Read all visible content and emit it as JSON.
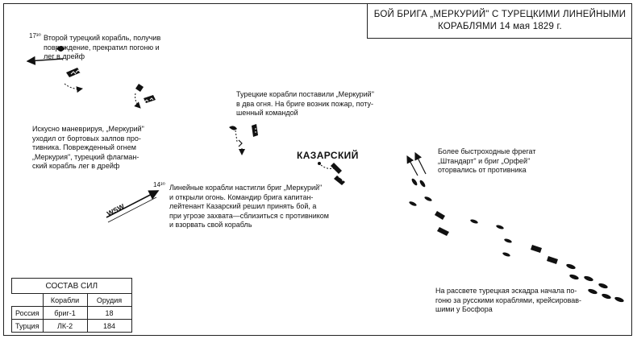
{
  "title": {
    "line1": "БОЙ БРИГА „МЕРКУРИЙ\" С ТУРЕЦКИМИ ЛИНЕЙНЫМИ",
    "line2": "КОРАБЛЯМИ 14 мая 1829 г."
  },
  "annotations": {
    "time_1730": "17³⁰",
    "second_ship": "Второй турецкий корабль, получив\nповреждение, прекратил погоню и\nлег в дрейф",
    "maneuver": "Искусно маневрируя, „Меркурий\"\nуходил от бортовых залпов про-\nтивника. Поврежденный огнем\n„Меркурия\", турецкий флагман-\nский корабль лег в дрейф",
    "two_fires": "Турецкие корабли поставили „Меркурий\"\nв два огня. На бриге возник пожар, поту-\nшенный командой",
    "kazarsky": "КАЗАРСКИЙ",
    "frigates": "Более быстроходные фрегат\n„Штандарт\" и бриг „Орфей\"\nоторвались от противника",
    "time_1430": "14³⁰",
    "line_ships": "Линейные корабли настигли бриг „Меркурий\"\nи открыли огонь. Командир брига капитан-\nлейтенант Казарский решил принять бой, а\nпри угрозе захвата—сблизиться с противником\nи взорвать свой корабль",
    "dawn": "На рассвете турецкая эскадра начала по-\nгоню за русскими кораблями, крейсировав-\nшими у Босфора",
    "wind": "WSW"
  },
  "forces": {
    "title": "СОСТАВ СИЛ",
    "headers": [
      "Корабли",
      "Орудия"
    ],
    "rows": [
      {
        "country": "Россия",
        "ships": "бриг-1",
        "guns": "18"
      },
      {
        "country": "Турция",
        "ships": "ЛК-2",
        "guns": "184"
      }
    ]
  }
}
